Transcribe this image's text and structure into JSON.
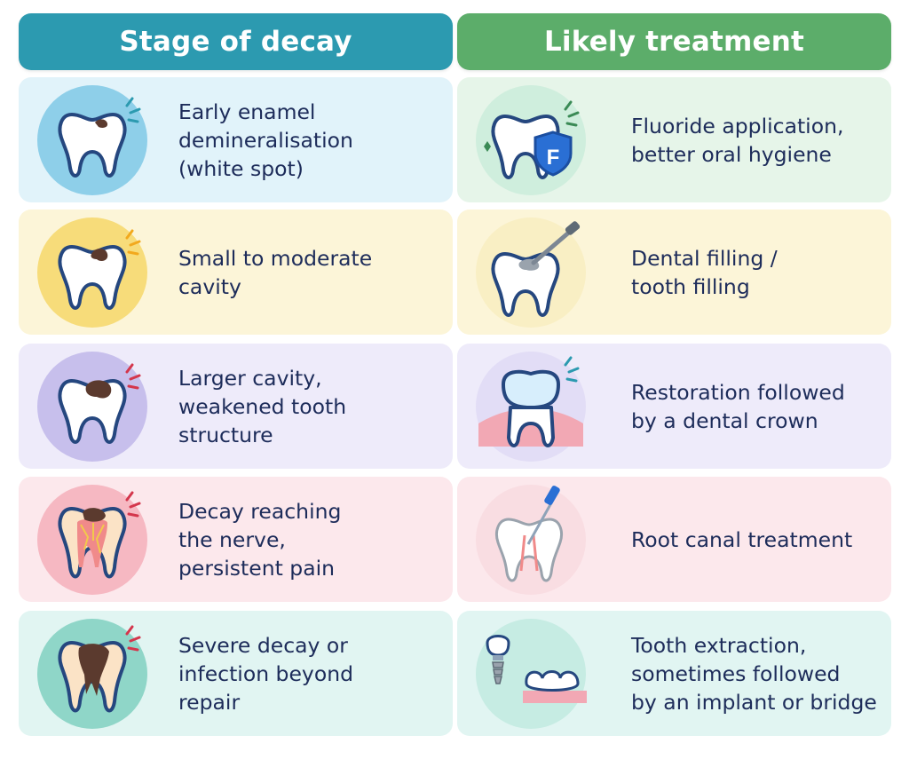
{
  "headers": {
    "stage": "Stage of decay",
    "treatment": "Likely treatment"
  },
  "rows": [
    {
      "stage": "Early enamel\ndemineralisation\n(white spot)",
      "treatment": "Fluoride application,\nbetter oral hygiene",
      "stage_icon": "tooth-white-spot-icon",
      "treatment_icon": "tooth-fluoride-shield-icon"
    },
    {
      "stage": "Small to moderate\ncavity",
      "treatment": "Dental filling /\ntooth filling",
      "stage_icon": "tooth-small-cavity-icon",
      "treatment_icon": "tooth-filling-tool-icon"
    },
    {
      "stage": "Larger cavity,\nweakened tooth\nstructure",
      "treatment": "Restoration followed\nby a dental crown",
      "stage_icon": "tooth-large-cavity-icon",
      "treatment_icon": "dental-crown-icon"
    },
    {
      "stage": "Decay reaching\nthe nerve,\npersistent pain",
      "treatment": "Root canal treatment",
      "stage_icon": "tooth-nerve-decay-icon",
      "treatment_icon": "root-canal-file-icon"
    },
    {
      "stage": "Severe decay or\ninfection beyond\nrepair",
      "treatment": "Tooth extraction,\nsometimes followed\nby an implant or bridge",
      "stage_icon": "tooth-severe-decay-icon",
      "treatment_icon": "implant-and-bridge-icon"
    }
  ],
  "letters": {
    "fluoride_badge": "F"
  },
  "colors": {
    "header_stage": "#2c9ab0",
    "header_treatment": "#5cad6a",
    "text": "#1d2c5a",
    "tooth_outline": "#25477f",
    "decay": "#5b3a2e",
    "row_tints": [
      "#e1f3fa",
      "#fcf5d8",
      "#eeebfa",
      "#fce8ec",
      "#e1f5f2"
    ]
  }
}
